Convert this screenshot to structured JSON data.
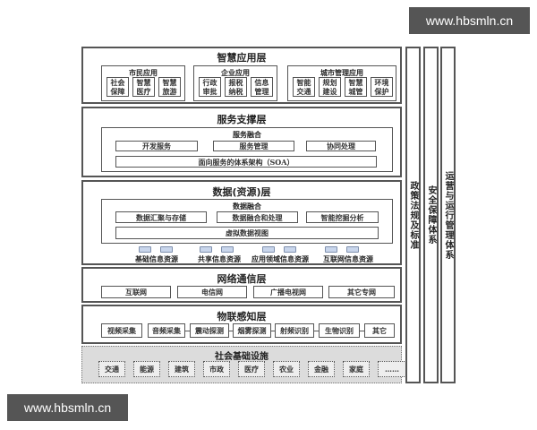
{
  "watermarks": {
    "top_right": "www.hbsmln.cn",
    "bottom_left": "www.hbsmln.cn"
  },
  "application_layer": {
    "title": "智慧应用层",
    "groups": [
      {
        "title": "市民应用",
        "items": [
          "社会\n保障",
          "智慧\n医疗",
          "智慧\n旅游"
        ]
      },
      {
        "title": "企业应用",
        "items": [
          "行政\n审批",
          "报税\n纳税",
          "信息\n管理"
        ]
      },
      {
        "title": "城市管理应用",
        "items": [
          "智能\n交通",
          "规划\n建设",
          "智慧\n城管",
          "环境\n保护"
        ]
      }
    ]
  },
  "service_layer": {
    "title": "服务支撑层",
    "group_title": "服务融合",
    "items": [
      "开发服务",
      "服务管理",
      "协同处理"
    ],
    "soa": "面向服务的体系架构（SOA）"
  },
  "data_layer": {
    "title": "数据(资源)层",
    "group_title": "数据融合",
    "items": [
      "数据汇聚与存储",
      "数据融合和处理",
      "智能挖掘分析"
    ],
    "virtual_view": "虚拟数据视图",
    "sources": [
      "基础信息资源",
      "共享信息资源",
      "应用领域信息资源",
      "互联网信息资源"
    ]
  },
  "network_layer": {
    "title": "网络通信层",
    "items": [
      "互联网",
      "电信网",
      "广播电视网",
      "其它专网"
    ]
  },
  "iot_layer": {
    "title": "物联感知层",
    "items": [
      "视频采集",
      "音频采集",
      "震动探测",
      "烟雾探测",
      "射频识别",
      "生物识别",
      "其它"
    ]
  },
  "infrastructure": {
    "title": "社会基础设施",
    "items": [
      "交通",
      "能源",
      "建筑",
      "市政",
      "医疗",
      "农业",
      "金融",
      "家庭",
      "……"
    ]
  },
  "side_columns": [
    "政策法规及标准",
    "安全保障体系",
    "运营与运行管理体系"
  ]
}
